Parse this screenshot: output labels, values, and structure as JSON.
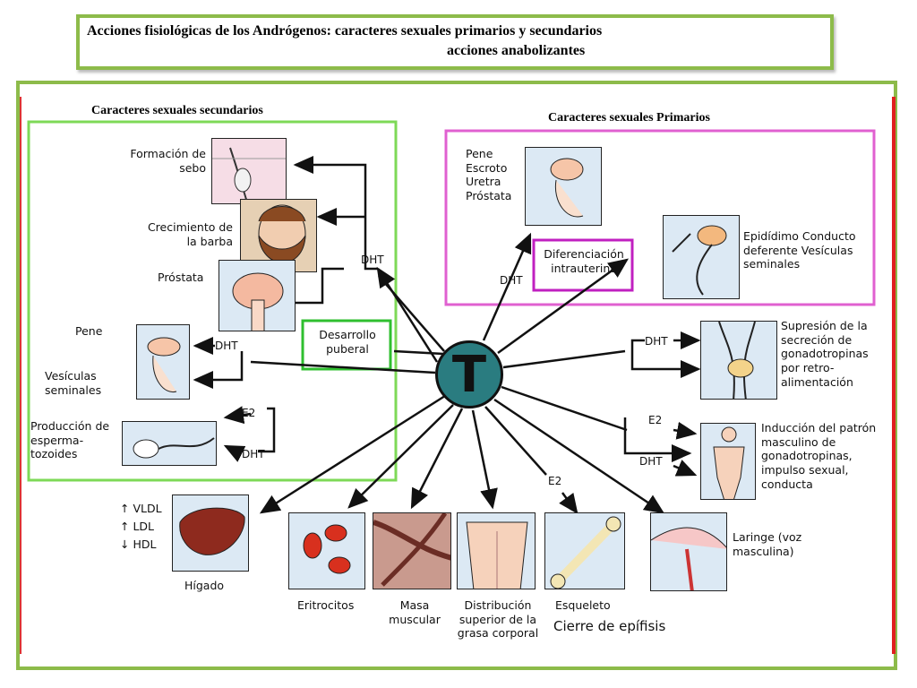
{
  "title": {
    "line1": "Acciones fisiológicas de los Andrógenos: caracteres sexuales primarios y secundarios",
    "line2": "acciones anabolizantes"
  },
  "sections": {
    "secondary": "Caracteres sexuales secundarios",
    "primary": "Caracteres sexuales Primarios"
  },
  "hub": {
    "label": "T",
    "color": "#2a7c80"
  },
  "colors": {
    "green_frame": "#8dbb4a",
    "green_box": "#7ed957",
    "pink_box": "#e060d0",
    "red_border": "#e02020",
    "pic_bg": "#dce9f4"
  },
  "labels": {
    "sebo": "Formación de sebo",
    "barba": "Crecimiento de la barba",
    "prostata": "Próstata",
    "pene_sec": "Pene",
    "vesiculas_sec": "Vesículas seminales",
    "esperma": "Producción de esperma-tozoides",
    "desarrollo": "Desarrollo puberal",
    "pene_prim": "Pene Escroto Uretra Próstata",
    "diferenciacion": "Diferenciación intrauterina",
    "epididimo": "Epidídimo Conducto deferente Vesículas seminales",
    "supresion": "Supresión de la secreción de gonadotropinas por retro-alimentación",
    "induccion": "Inducción del patrón masculino de gonadotropinas, impulso sexual, conducta",
    "laringe": "Laringe (voz masculina)",
    "lipidos": [
      "↑ VLDL",
      "↑ LDL",
      "↓ HDL"
    ],
    "higado": "Hígado",
    "eritrocitos": "Eritrocitos",
    "masa": "Masa muscular",
    "grasa": "Distribución superior de la grasa corporal",
    "esqueleto": "Esqueleto",
    "epifisis": "Cierre de epífisis"
  },
  "hormones": {
    "dht": "DHT",
    "e2": "E2"
  }
}
